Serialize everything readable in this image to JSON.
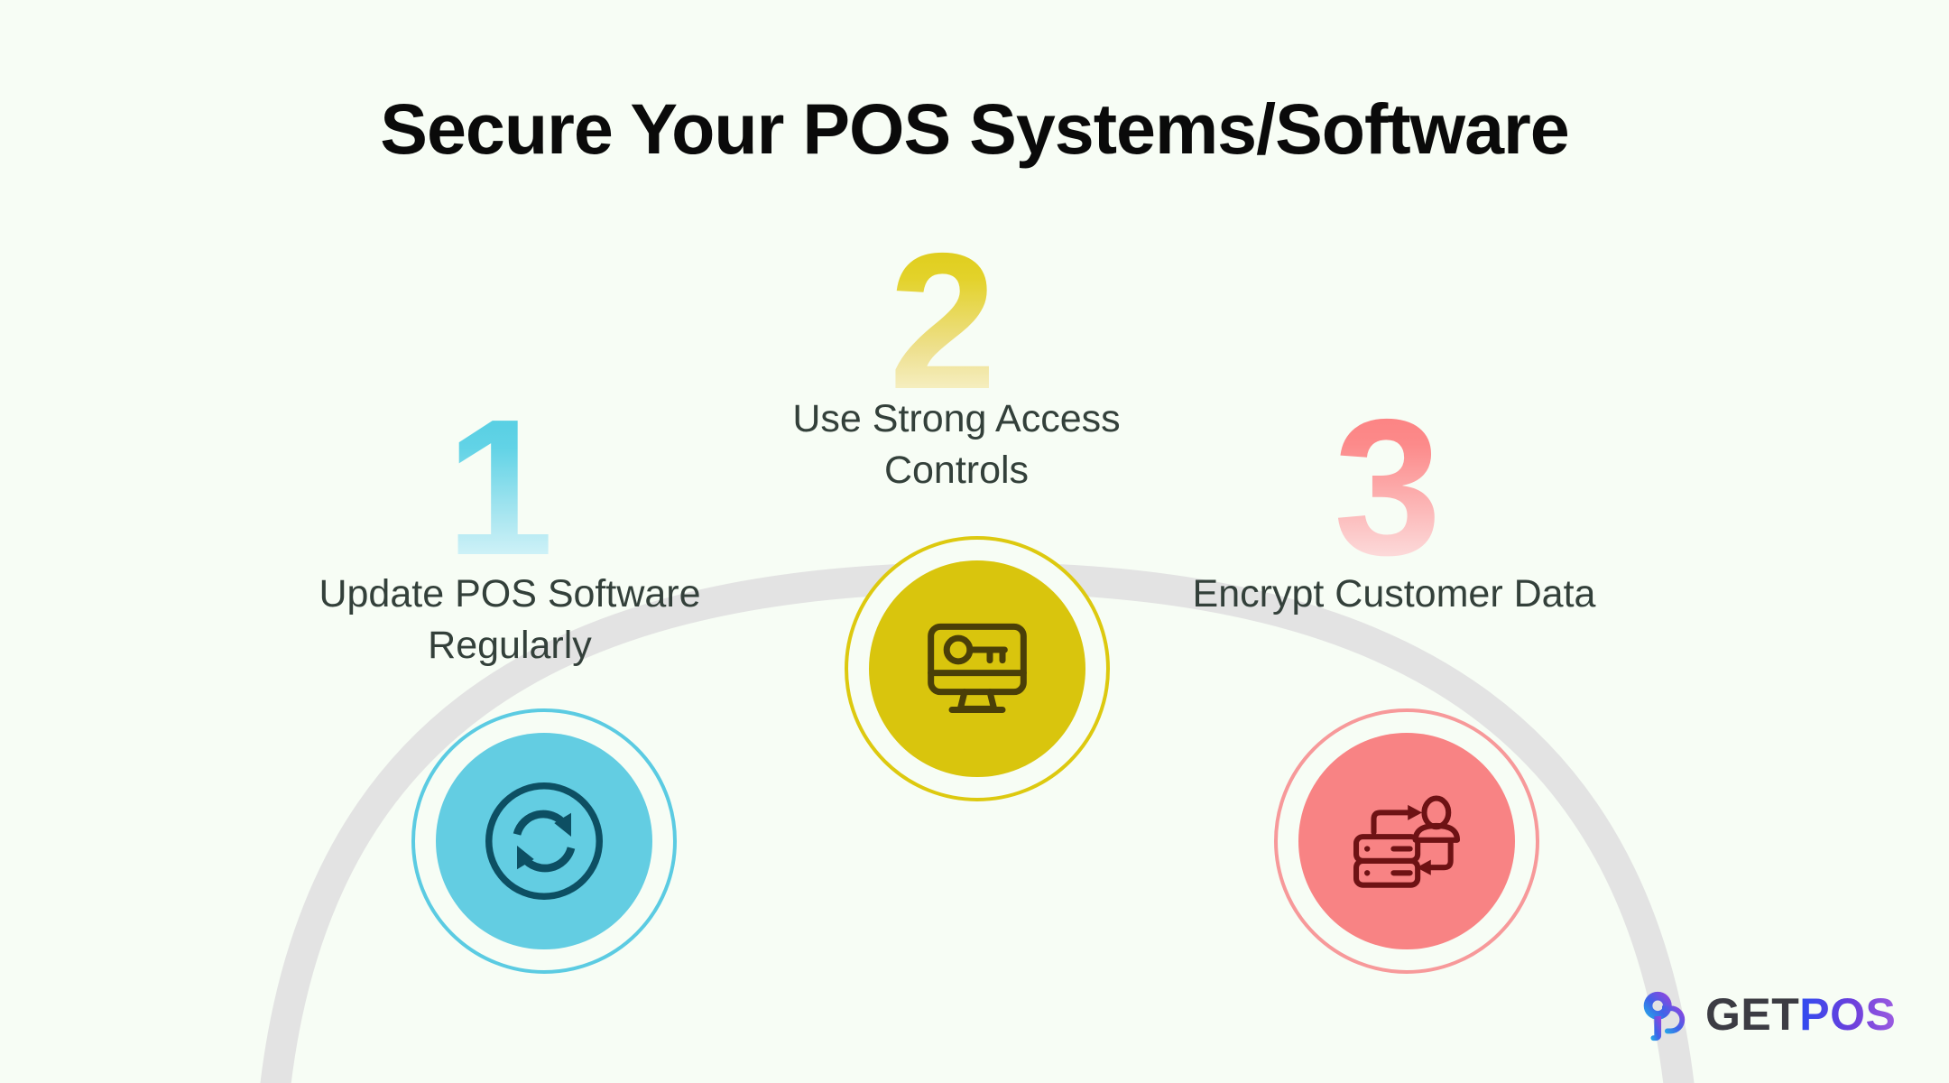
{
  "page": {
    "title": "Secure Your POS Systems/Software",
    "background_color": "#f7fdf5",
    "text_color": "#33403a"
  },
  "steps": [
    {
      "number": "1",
      "caption": "Update POS Software Regularly",
      "icon": "refresh-sync-icon",
      "fill_color": "#63cde2",
      "ring_color": "#5bcbe2",
      "icon_color": "#0d4f63",
      "number_gradient_from": "#4ecbe0",
      "number_gradient_to": "#eafafd"
    },
    {
      "number": "2",
      "caption": "Use Strong Access Controls",
      "icon": "monitor-key-icon",
      "fill_color": "#d9c50d",
      "ring_color": "#ddc90f",
      "icon_color": "#4a3f08",
      "number_gradient_from": "#ddc910",
      "number_gradient_to": "#fbf9e4"
    },
    {
      "number": "3",
      "caption": "Encrypt Customer Data",
      "icon": "database-user-transfer-icon",
      "fill_color": "#f88384",
      "ring_color": "#f7999a",
      "icon_color": "#6e1214",
      "number_gradient_from": "#fb7d7d",
      "number_gradient_to": "#fdeded"
    }
  ],
  "connector": {
    "color": "#e3e3e3",
    "shape": "arc"
  },
  "logo": {
    "mark": "getpos-mark-icon",
    "text_primary": "GET",
    "text_secondary": "POS",
    "gradient_from": "#2f4cf0",
    "gradient_to": "#9b5ce0"
  }
}
